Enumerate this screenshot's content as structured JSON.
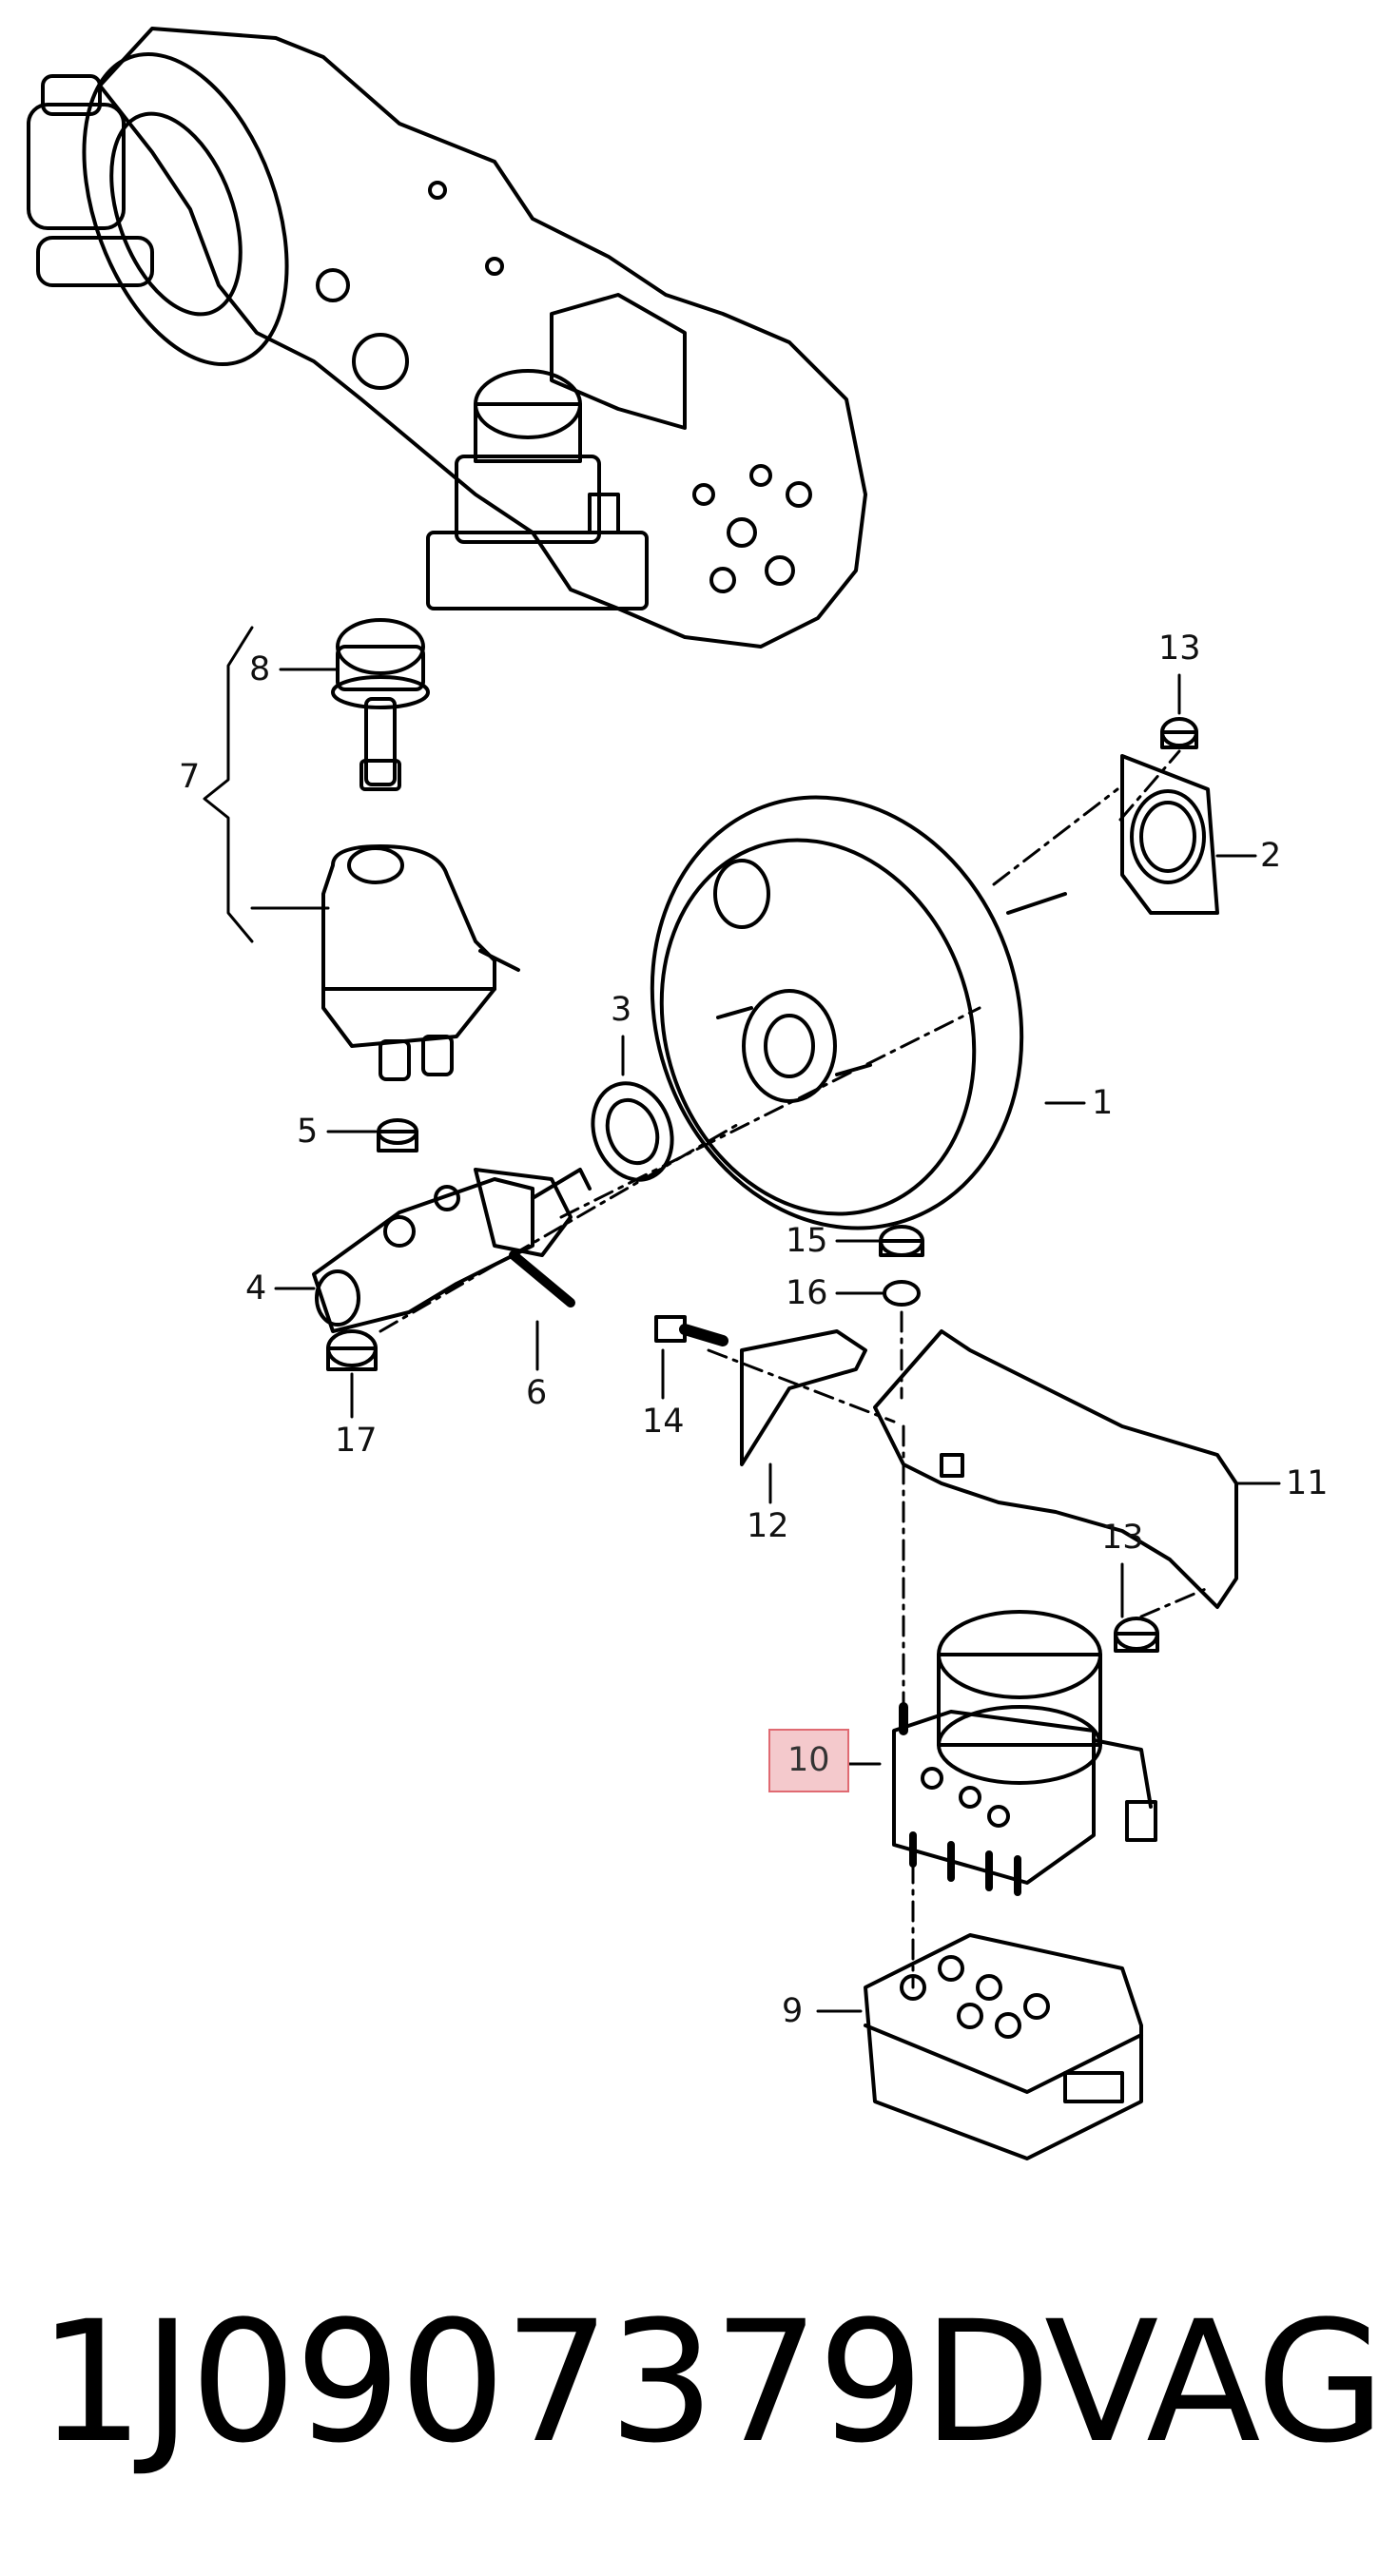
{
  "callouts": {
    "c1": "1",
    "c2": "2",
    "c3": "3",
    "c4": "4",
    "c5": "5",
    "c6": "6",
    "c7": "7",
    "c8": "8",
    "c9": "9",
    "c10": "10",
    "c11": "11",
    "c12": "12",
    "c13a": "13",
    "c13b": "13",
    "c14": "14",
    "c15": "15",
    "c16": "16",
    "c17": "17"
  },
  "highlight_color": "#f4c9cc",
  "footer": {
    "part_number": "1J0907379D",
    "brand": "VAG"
  }
}
